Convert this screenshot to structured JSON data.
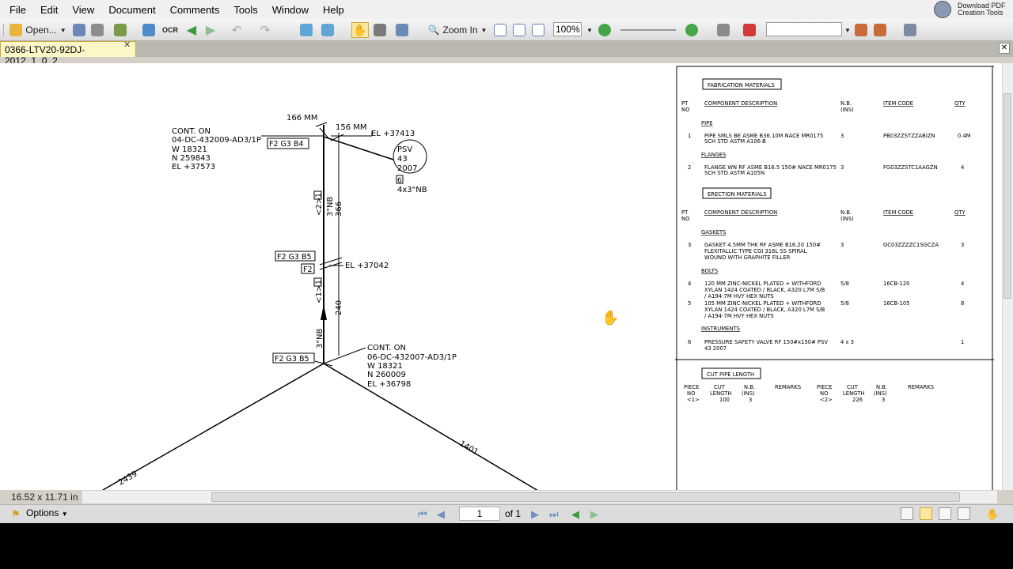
{
  "menu": [
    "File",
    "Edit",
    "View",
    "Document",
    "Comments",
    "Tools",
    "Window",
    "Help"
  ],
  "promo": {
    "line1": "Download PDF",
    "line2": "Creation Tools"
  },
  "toolbar": {
    "open_label": "Open...",
    "zoom_in_label": "Zoom In",
    "zoom_value": "100%"
  },
  "tab": {
    "name": "0366-LTV20-92DJ-2012_1_0_2",
    "close_glyph": "✕"
  },
  "drawing": {
    "cont_on_1": [
      "CONT. ON",
      "04-DC-432009-AD3/1P",
      "W 18321",
      "N 259843",
      "EL +37573"
    ],
    "cont_on_2": [
      "CONT. ON",
      "06-DC-432007-AD3/1P",
      "W 18321",
      "N 260009",
      "EL +36798"
    ],
    "dims": {
      "d166": "166 MM",
      "d156": "156 MM",
      "d366": "366",
      "d240": "240",
      "d2439": "2439",
      "d1401": "1401"
    },
    "elevations": {
      "el1": "EL +37413",
      "el2": "EL +37042"
    },
    "psv": [
      "PSV",
      "43",
      "2007"
    ],
    "psv_tag": "6",
    "psv_size": "4x3\"NB",
    "labels": {
      "f2g3b4": "F2 G3 B4",
      "f2g3b5a": "F2 G3 B5",
      "f2": "F2",
      "f2g3b5b": "F2 G3 B5",
      "nb1": "3\"NB",
      "nb2": "3\"NB",
      "piece2": "<2>",
      "piece1": "<1>",
      "one_a": "1",
      "one_b": "1"
    }
  },
  "materials": {
    "fab_title": "FABRICATION MATERIALS",
    "erect_title": "ERECTION MATERIALS",
    "headers": {
      "pt": [
        "PT",
        "NO"
      ],
      "desc": "COMPONENT DESCRIPTION",
      "nb": [
        "N.B.",
        "(INS)"
      ],
      "code": "ITEM CODE",
      "qty": "QTY"
    },
    "sections": {
      "pipe": "PIPE",
      "flanges": "FLANGES",
      "gaskets": "GASKETS",
      "bolts": "BOLTS",
      "instruments": "INSTRUMENTS"
    },
    "items": [
      {
        "pt": "1",
        "desc": [
          "PIPE SMLS BE ASME B36.10M NACE MR0175",
          "SCH STD ASTM A106-B"
        ],
        "nb": "3",
        "code": "PB03ZZSTZZABIZN",
        "qty": "0.4M"
      },
      {
        "pt": "2",
        "desc": [
          "FLANGE WN RF ASME B16.5 150# NACE MR0175",
          "SCH STD ASTM A105N"
        ],
        "nb": "3",
        "code": "FG03ZZSTC1AAGZN",
        "qty": "4"
      },
      {
        "pt": "3",
        "desc": [
          "GASKET 4.5MM THK RF ASME B16.20 150#",
          "FLEXITALLIC TYPE CGI 316L SS SPIRAL",
          "WOUND WITH GRAPHITE FILLER"
        ],
        "nb": "3",
        "code": "GC03ZZZZC1SGCZA",
        "qty": "3"
      },
      {
        "pt": "4",
        "desc": [
          "120 MM ZINC-NICKEL PLATED + WITHFORD",
          "XYLAN 1424 COATED / BLACK, A320 L7M S/B",
          "/ A194-7M HVY HEX NUTS"
        ],
        "nb": "5/8",
        "code": "16CB-120",
        "qty": "4"
      },
      {
        "pt": "5",
        "desc": [
          "105 MM ZINC-NICKEL PLATED + WITHFORD",
          "XYLAN 1424 COATED / BLACK, A320 L7M S/B",
          "/ A194-7M HVY HEX NUTS"
        ],
        "nb": "5/8",
        "code": "16CB-105",
        "qty": "8"
      },
      {
        "pt": "6",
        "desc": [
          "PRESSURE SAFETY VALVE RF 150#x150# PSV",
          "43 2007"
        ],
        "nb": "4 x 3",
        "code": "",
        "qty": "1"
      }
    ],
    "cut_title": "CUT PIPE LENGTH",
    "cut_headers": {
      "piece": [
        "PIECE",
        "NO"
      ],
      "cut": [
        "CUT",
        "LENGTH"
      ],
      "nb": [
        "N.B.",
        "(INS)"
      ],
      "remarks": "REMARKS"
    },
    "cut_rows": [
      {
        "piece": "<1>",
        "length": "100",
        "nb": "3"
      },
      {
        "piece": "<2>",
        "length": "226",
        "nb": "3"
      }
    ]
  },
  "status": {
    "page_size": "16.52 x 11.71 in",
    "options": "Options",
    "page": "1",
    "of": "of 1"
  }
}
